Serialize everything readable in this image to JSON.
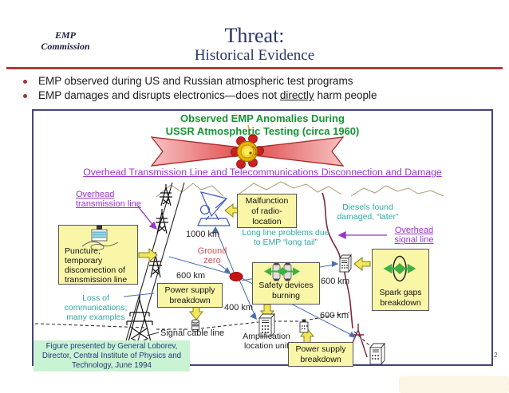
{
  "header": {
    "logo": "EMP\nCommission",
    "title_line1": "Threat:",
    "title_line2": "Historical Evidence"
  },
  "bullets": {
    "b1": "EMP observed during US and Russian atmospheric test programs",
    "b2_pre": "EMP damages and disrupts electronics—does not ",
    "b2_underline": "directly",
    "b2_post": " harm people"
  },
  "diagram": {
    "title": "Observed EMP Anomalies During\nUSSR Atmospheric Testing (circa 1960)",
    "subtitle": "Overhead Transmission Line and Telecommunications Disconnection and Damage",
    "labels": {
      "overhead_transmission": "Overhead\ntransmission line",
      "overhead_signal": "Overhead\nsignal line",
      "km_1000": "1000 km",
      "km_600_left": "600 km",
      "km_600_right": "600 km",
      "km_600_lower": "600 km",
      "km_400": "400 km",
      "ground_zero": "Ground\nzero",
      "long_line": "Long line problems due\nto EMP “long tail”",
      "diesels": "Diesels found\ndamaged, “later”",
      "loss_comms": "Loss of\ncommunications;\nmany examples",
      "signal_cable": "Signal cable line",
      "amplification": "Amplification\nlocation unit"
    },
    "boxes": {
      "puncture": "Puncture,\ntemporary\ndisconnection of\ntransmission line",
      "malfunction": "Malfunction\nof radio-\nlocation",
      "safety": "Safety devices\nburning",
      "spark": "Spark gaps\nbreakdown",
      "power1": "Power supply\nbreakdown",
      "power2": "Power supply\nbreakdown"
    },
    "credit": "Figure presented by General Loborev,\nDirector, Central Institute of Physics and\nTechnology, June 1994",
    "page_number": "2"
  },
  "colors": {
    "accent_rule_red": "#b23a3a",
    "title_navy": "#2b3566",
    "diagram_title_green": "#169434",
    "link_purple": "#9933cc",
    "note_teal": "#2fa8a2",
    "callout_yellow": "#faf6a8",
    "credit_green": "#c9f3d2",
    "ground_zero_red": "#cc5555",
    "ground_zero_dot": "#cc1111"
  }
}
